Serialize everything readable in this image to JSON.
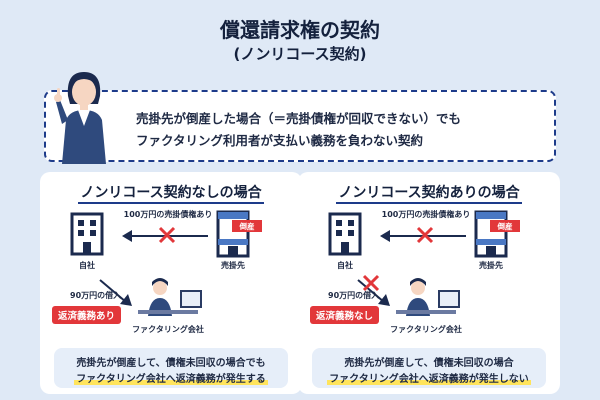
{
  "header": {
    "title": "償還請求権の契約",
    "subtitle": "(ノンリコース契約)"
  },
  "definition": {
    "line1": "売掛先が倒産した場合（＝売掛債権が回収できない）でも",
    "line2": "ファクタリング利用者が支払い義務を負わない契約"
  },
  "cards": [
    {
      "title": "ノンリコース契約なしの場合",
      "receivable_label": "100万円の売掛債権あり",
      "bankrupt_tag": "倒産",
      "own_company_label": "自社",
      "debtor_label": "売掛先",
      "borrow_label": "90万円の借入",
      "obligation_badge": "返済義務あり",
      "factoring_label": "ファクタリング会社",
      "conclusion_line1": "売掛先が倒産して、債権未回収の場合でも",
      "conclusion_line2": "ファクタリング会社へ返済義務が発生する"
    },
    {
      "title": "ノンリコース契約ありの場合",
      "receivable_label": "100万円の売掛債権あり",
      "bankrupt_tag": "倒産",
      "own_company_label": "自社",
      "debtor_label": "売掛先",
      "borrow_label": "90万円の借入",
      "obligation_badge": "返済義務なし",
      "factoring_label": "ファクタリング会社",
      "conclusion_line1": "売掛先が倒産して、債権未回収の場合",
      "conclusion_line2": "ファクタリング会社へ返済義務が発生しない"
    }
  ],
  "colors": {
    "navy": "#1d3b8a",
    "red": "#e2373a",
    "highlight": "#ffe45c",
    "background": "#dfe9f6"
  },
  "icons": [
    "office-building-icon",
    "bankrupt-building-icon",
    "cross-mark-icon",
    "arrow-left-icon",
    "arrow-down-right-icon",
    "business-person-icon"
  ]
}
